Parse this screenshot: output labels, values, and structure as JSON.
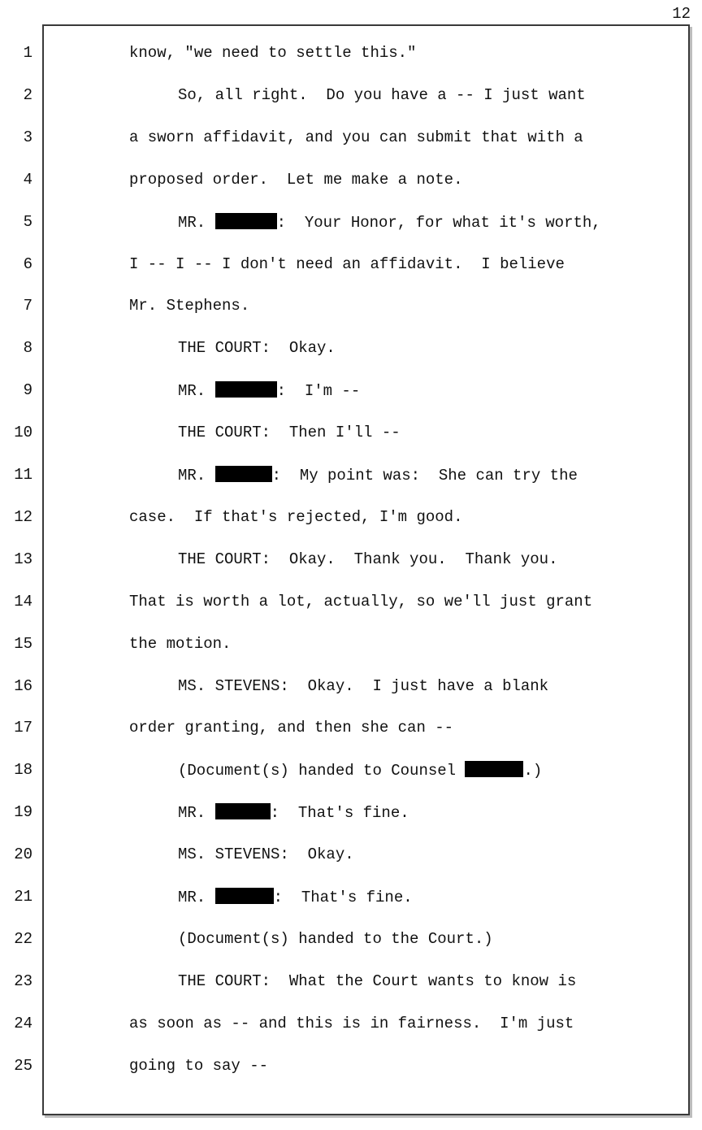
{
  "page_number": "12",
  "line_numbers": [
    "1",
    "2",
    "3",
    "4",
    "5",
    "6",
    "7",
    "8",
    "9",
    "10",
    "11",
    "12",
    "13",
    "14",
    "15",
    "16",
    "17",
    "18",
    "19",
    "20",
    "21",
    "22",
    "23",
    "24",
    "25"
  ],
  "lines": [
    {
      "before": "know, \"we need to settle this.\"",
      "after": ""
    },
    {
      "before": "So, all right.  Do you have a -- I just want",
      "after": ""
    },
    {
      "before": "a sworn affidavit, and you can submit that with a",
      "after": ""
    },
    {
      "before": "proposed order.  Let me make a note.",
      "after": ""
    },
    {
      "before": "MR. ",
      "after": ":  Your Honor, for what it's worth,"
    },
    {
      "before": "I -- I -- I don't need an affidavit.  I believe",
      "after": ""
    },
    {
      "before": "Mr. Stephens.",
      "after": ""
    },
    {
      "before": "THE COURT:  Okay.",
      "after": ""
    },
    {
      "before": "MR. ",
      "after": ":  I'm --"
    },
    {
      "before": "THE COURT:  Then I'll --",
      "after": ""
    },
    {
      "before": "MR. ",
      "after": ":  My point was:  She can try the"
    },
    {
      "before": "case.  If that's rejected, I'm good.",
      "after": ""
    },
    {
      "before": "THE COURT:  Okay.  Thank you.  Thank you.",
      "after": ""
    },
    {
      "before": "That is worth a lot, actually, so we'll just grant",
      "after": ""
    },
    {
      "before": "the motion.",
      "after": ""
    },
    {
      "before": "MS. STEVENS:  Okay.  I just have a blank",
      "after": ""
    },
    {
      "before": "order granting, and then she can --",
      "after": ""
    },
    {
      "before": "(Document(s) handed to Counsel ",
      "after": ".)"
    },
    {
      "before": "MR. ",
      "after": ":  That's fine."
    },
    {
      "before": "MS. STEVENS:  Okay.",
      "after": ""
    },
    {
      "before": "MR. ",
      "after": ":  That's fine."
    },
    {
      "before": "(Document(s) handed to the Court.)",
      "after": ""
    },
    {
      "before": "THE COURT:  What the Court wants to know is",
      "after": ""
    },
    {
      "before": "as soon as -- and this is in fairness.  I'm just",
      "after": ""
    },
    {
      "before": "going to say --",
      "after": ""
    }
  ]
}
